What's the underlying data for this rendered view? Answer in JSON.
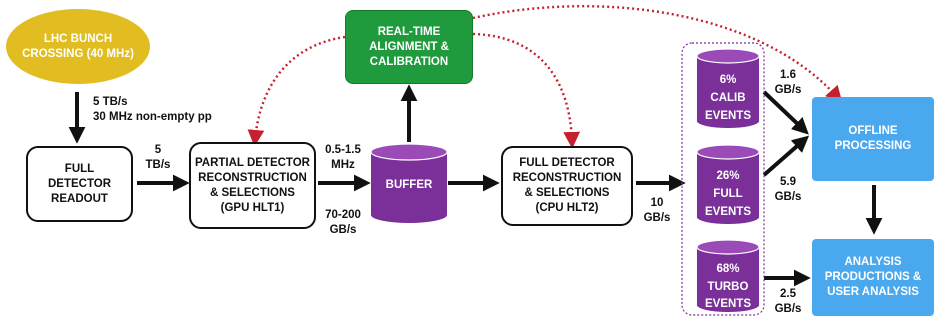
{
  "nodes": {
    "lhc": "LHC BUNCH\nCROSSING (40 MHz)",
    "full_readout": "FULL\nDETECTOR\nREADOUT",
    "hlt1": "PARTIAL DETECTOR\nRECONSTRUCTION\n& SELECTIONS\n(GPU HLT1)",
    "buffer": "BUFFER",
    "alignment": "REAL-TIME\nALIGNMENT &\nCALIBRATION",
    "hlt2": "FULL DETECTOR\nRECONSTRUCTION\n& SELECTIONS\n(CPU HLT2)",
    "calib": [
      "6%",
      "CALIB",
      "EVENTS"
    ],
    "full": [
      "26%",
      "FULL",
      "EVENTS"
    ],
    "turbo": [
      "68%",
      "TURBO",
      "EVENTS"
    ],
    "offline": "OFFLINE\nPROCESSING",
    "analysis": "ANALYSIS\nPRODUCTIONS &\nUSER ANALYSIS"
  },
  "labels": {
    "rate_top": "5 TB/s\n30 MHz non-empty pp",
    "rate_readout": "5\nTB/s",
    "rate_hlt1_freq": "0.5-1.5\nMHz",
    "rate_hlt1_bw": "70-200\nGB/s",
    "rate_hlt2": "10\nGB/s",
    "rate_calib": "1.6\nGB/s",
    "rate_full": "5.9\nGB/s",
    "rate_turbo": "2.5\nGB/s"
  },
  "colors": {
    "lhc": "#e2bd22",
    "alignment": "#1f9a3c",
    "cylinder": "#7b2f99",
    "cylinder_top": "#9a4bb8",
    "offline": "#4aa8ef",
    "dotted_arrow": "#c4202f",
    "arrow": "#111111",
    "group_outline": "#7b2f99"
  }
}
